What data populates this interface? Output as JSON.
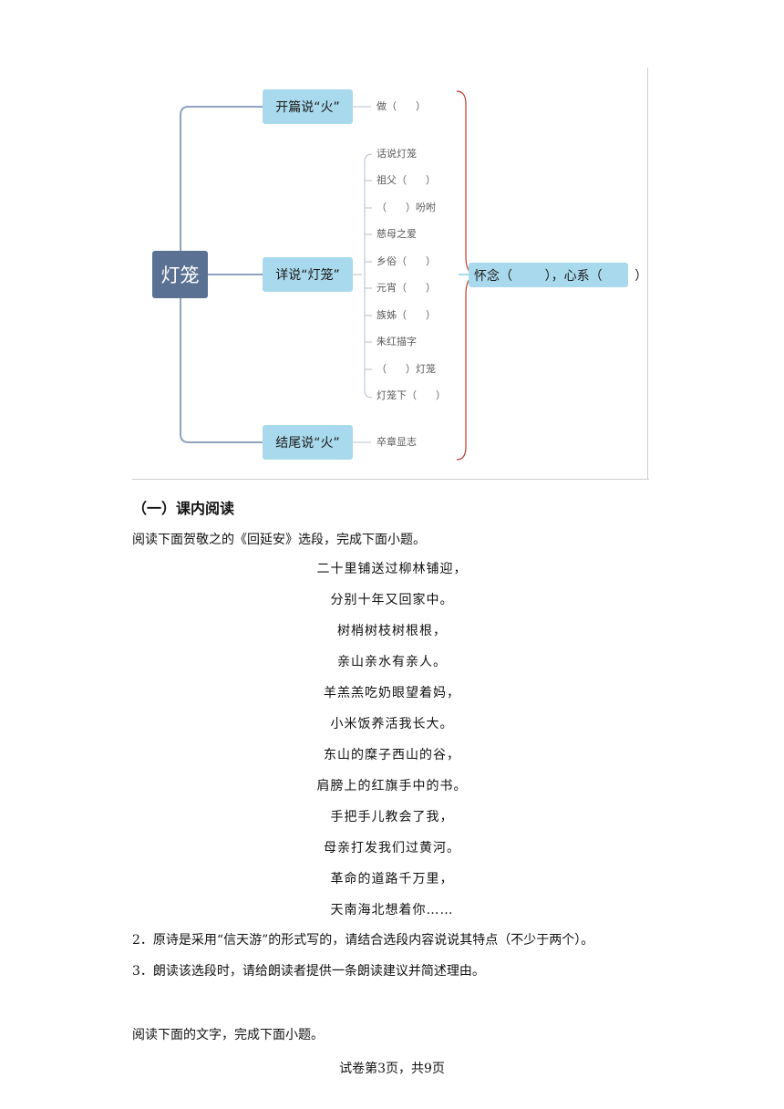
{
  "mindmap": {
    "root": "灯笼",
    "branches": [
      {
        "label": "开篇说“火”",
        "leaves": [
          "做（      ）"
        ]
      },
      {
        "label": "详说“灯笼”",
        "leaves": [
          "话说灯笼",
          "祖父（      ）",
          "（      ）吩咐",
          "慈母之爱",
          "乡俗（      ）",
          "元宵（      ）",
          "族姊（      ）",
          "朱红描字",
          "（      ）灯笼",
          "灯笼下（      ）"
        ]
      },
      {
        "label": "结尾说“火”",
        "leaves": [
          "卒章显志"
        ]
      }
    ],
    "summary": "怀念（        ），心系（        ）",
    "colors": {
      "root": "#5b7194",
      "branch": "#a9d9ec",
      "line": "#8fa3bd",
      "brace": "#c0392b"
    }
  },
  "section": {
    "heading": "（一）课内阅读",
    "intro": "阅读下面贺敬之的《回延安》选段，完成下面小题。"
  },
  "poem": [
    "二十里铺送过柳林铺迎，",
    "分别十年又回家中。",
    "树梢树枝树根根，",
    "亲山亲水有亲人。",
    "羊羔羔吃奶眼望着妈，",
    "小米饭养活我长大。",
    "东山的糜子西山的谷，",
    "肩膀上的红旗手中的书。",
    "手把手儿教会了我，",
    "母亲打发我们过黄河。",
    "革命的道路千万里，",
    "天南海北想着你……"
  ],
  "questions": [
    "2．原诗是采用“信天游”的形式写的，请结合选段内容说说其特点（不少于两个）。",
    "3．朗读该选段时，请给朗读者提供一条朗读建议并简述理由。"
  ],
  "next_intro": "阅读下面的文字，完成下面小题。",
  "footer": "试卷第3页，共9页"
}
